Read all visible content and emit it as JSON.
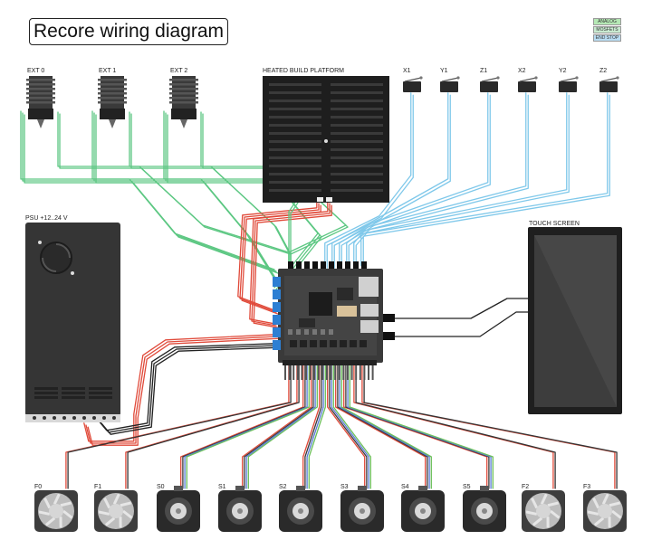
{
  "title": "Recore wiring diagram",
  "legend": [
    {
      "label": "ANALOG",
      "color": "#b5e8b5"
    },
    {
      "label": "MOSFETS",
      "color": "#c8ead0"
    },
    {
      "label": "END STOP",
      "color": "#b8dcf2"
    }
  ],
  "colors": {
    "board": "#3b3b3b",
    "connector_blue": "#2d7fd3",
    "wire_green": "#5cc782",
    "wire_red": "#e04a3a",
    "wire_blue": "#7fc8ea",
    "wire_black": "#222222",
    "psu": "#333333",
    "screen_frame": "#222222",
    "screen_glass": "#4a4a4a"
  },
  "labels": {
    "ext0": "EXT 0",
    "ext1": "EXT 1",
    "ext2": "EXT 2",
    "bed": "HEATED BUILD PLATFORM",
    "psu": "PSU +12..24 V",
    "screen": "TOUCH SCREEN"
  },
  "endstops": [
    "X1",
    "Y1",
    "Z1",
    "X2",
    "Y2",
    "Z2"
  ],
  "fans_left": [
    "F0",
    "F1"
  ],
  "steppers": [
    "S0",
    "S1",
    "S2",
    "S3",
    "S4",
    "S5"
  ],
  "fans_right": [
    "F2",
    "F3"
  ]
}
